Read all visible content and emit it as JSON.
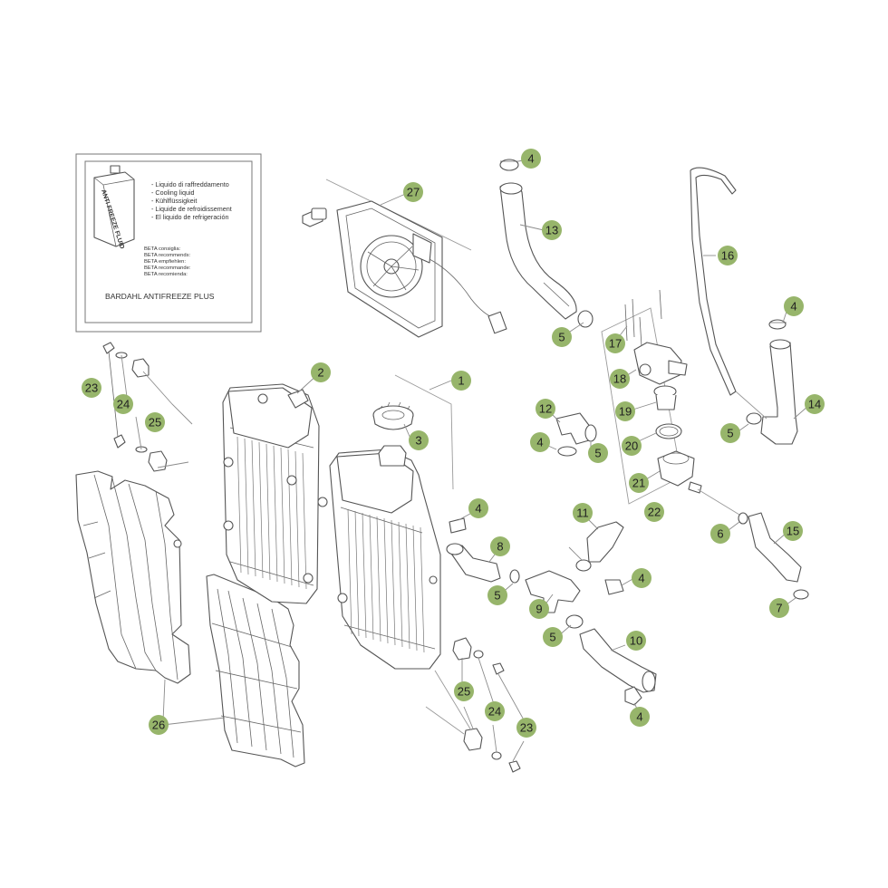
{
  "legend": {
    "can_text": "ANTI FREEZE FLUID",
    "liquid_lines": [
      "- Liquido di raffreddamento",
      "- Cooling liquid",
      "- Kühlflüssigkeit",
      "- Liquide de refroidissement",
      "- El liquido de refrigeración"
    ],
    "recommend_lines": [
      "BETA consiglia:",
      "BETA recommends:",
      "BETA empfiehlen:",
      "BETA recommande:",
      "BETA recomienda:"
    ],
    "product": "BARDAHL ANTIFREEZE PLUS"
  },
  "colors": {
    "badge": "#97b56b",
    "line": "#555555"
  },
  "callouts": [
    "4",
    "27",
    "13",
    "16",
    "17",
    "5",
    "4",
    "2",
    "1",
    "23",
    "24",
    "25",
    "3",
    "12",
    "4",
    "5",
    "18",
    "19",
    "20",
    "14",
    "5",
    "21",
    "22",
    "4",
    "11",
    "8",
    "5",
    "6",
    "15",
    "4",
    "9",
    "5",
    "7",
    "10",
    "26",
    "25",
    "24",
    "23",
    "4"
  ]
}
